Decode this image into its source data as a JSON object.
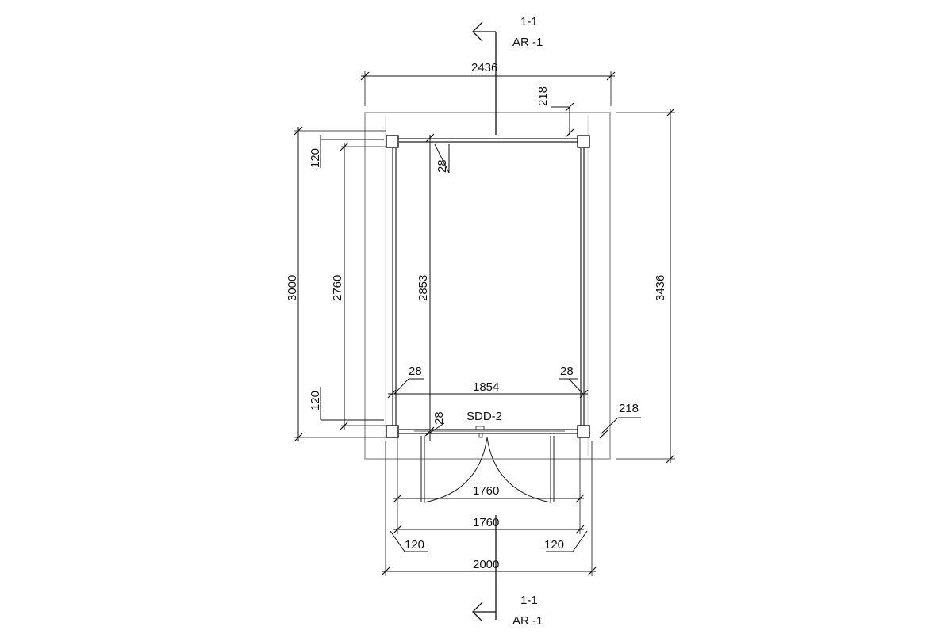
{
  "section_marks": {
    "top": {
      "label": "1-1",
      "ref": "AR -1"
    },
    "bottom": {
      "label": "1-1",
      "ref": "AR -1"
    }
  },
  "dimensions": {
    "overall_width": "2436",
    "overall_height": "3436",
    "left_outer": "3000",
    "left_inner": "2760",
    "inner_height": "2853",
    "top_post": "120",
    "bottom_post": "120",
    "wall_top_left": "28",
    "corner_top_right": "218",
    "corner_bottom_right": "218",
    "wall_bottom_left": "28",
    "wall_bottom_right": "28",
    "inner_width": "1854",
    "door_wall": "28",
    "door_label": "SDD-2",
    "door_opening": "1760",
    "clear_width": "1760",
    "side_left": "120",
    "side_right": "120",
    "base_width": "2000"
  }
}
